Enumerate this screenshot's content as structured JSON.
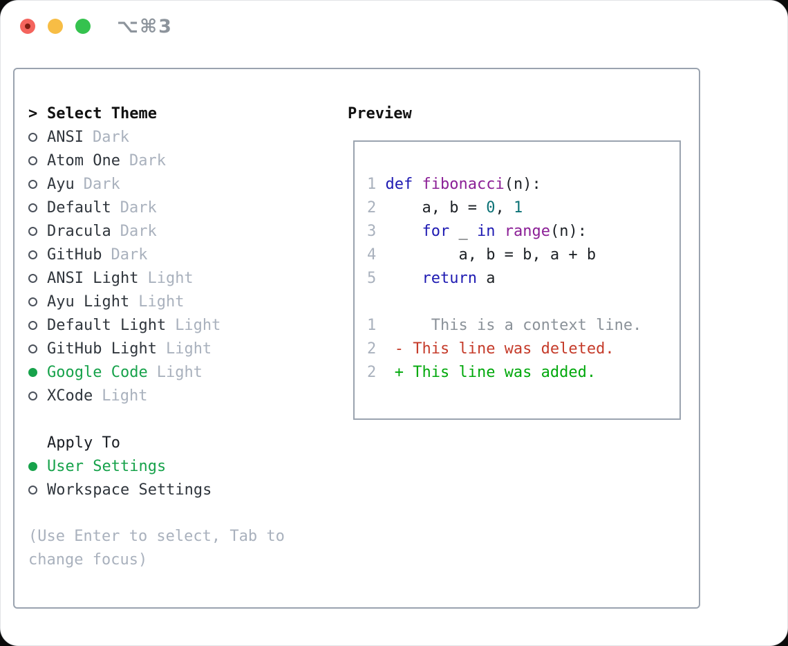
{
  "titlebar": {
    "title": "⌥⌘3"
  },
  "theme_list": {
    "header": {
      "prefix": ">",
      "label": "Select Theme"
    },
    "items": [
      {
        "name": "ANSI",
        "variant": "Dark",
        "selected": false
      },
      {
        "name": "Atom One",
        "variant": "Dark",
        "selected": false
      },
      {
        "name": "Ayu",
        "variant": "Dark",
        "selected": false
      },
      {
        "name": "Default",
        "variant": "Dark",
        "selected": false
      },
      {
        "name": "Dracula",
        "variant": "Dark",
        "selected": false
      },
      {
        "name": "GitHub",
        "variant": "Dark",
        "selected": false
      },
      {
        "name": "ANSI Light",
        "variant": "Light",
        "selected": false
      },
      {
        "name": "Ayu Light",
        "variant": "Light",
        "selected": false
      },
      {
        "name": "Default Light",
        "variant": "Light",
        "selected": false
      },
      {
        "name": "GitHub Light",
        "variant": "Light",
        "selected": false
      },
      {
        "name": "Google Code",
        "variant": "Light",
        "selected": true
      },
      {
        "name": "XCode",
        "variant": "Light",
        "selected": false
      }
    ]
  },
  "apply_to": {
    "label": "Apply To",
    "options": [
      {
        "name": "User Settings",
        "selected": true
      },
      {
        "name": "Workspace Settings",
        "selected": false
      }
    ]
  },
  "help_text": "(Use Enter to select, Tab to change focus)",
  "preview": {
    "label": "Preview",
    "code_lines": [
      {
        "num": "1",
        "tokens": [
          {
            "t": "def",
            "c": "kwd"
          },
          {
            "t": " ",
            "c": "pln"
          },
          {
            "t": "fibonacci",
            "c": "fun"
          },
          {
            "t": "(n):",
            "c": "pln"
          }
        ]
      },
      {
        "num": "2",
        "tokens": [
          {
            "t": "    a, b = ",
            "c": "pln"
          },
          {
            "t": "0",
            "c": "lit"
          },
          {
            "t": ", ",
            "c": "pln"
          },
          {
            "t": "1",
            "c": "lit"
          }
        ]
      },
      {
        "num": "3",
        "tokens": [
          {
            "t": "    ",
            "c": "pln"
          },
          {
            "t": "for",
            "c": "kwd"
          },
          {
            "t": " _ ",
            "c": "pln"
          },
          {
            "t": "in",
            "c": "kwd"
          },
          {
            "t": " ",
            "c": "pln"
          },
          {
            "t": "range",
            "c": "fun"
          },
          {
            "t": "(n):",
            "c": "pln"
          }
        ]
      },
      {
        "num": "4",
        "tokens": [
          {
            "t": "        a, b = b, a + b",
            "c": "pln"
          }
        ]
      },
      {
        "num": "5",
        "tokens": [
          {
            "t": "    ",
            "c": "pln"
          },
          {
            "t": "return",
            "c": "kwd"
          },
          {
            "t": " a",
            "c": "pln"
          }
        ]
      },
      {
        "num": "",
        "tokens": []
      },
      {
        "num": "1",
        "tokens": [
          {
            "t": "     This is a context line.",
            "c": "ctx"
          }
        ]
      },
      {
        "num": "2",
        "tokens": [
          {
            "t": " - This line was deleted.",
            "c": "del"
          }
        ]
      },
      {
        "num": "2",
        "tokens": [
          {
            "t": " + This line was added.",
            "c": "add"
          }
        ]
      }
    ]
  },
  "colors": {
    "accent_green": "#17a24b",
    "muted": "#a9b1bd",
    "text_dark": "#30363d",
    "panel_border": "#9aa3af",
    "code_keyword": "#1e1ab2",
    "code_function": "#8b1f96",
    "code_literal": "#0c7276",
    "diff_context": "#8b9299",
    "diff_deleted": "#c53b2a",
    "diff_added": "#00a80b",
    "traffic_red": "#f4645d",
    "traffic_yellow": "#f7bd45",
    "traffic_green": "#35c24e"
  }
}
